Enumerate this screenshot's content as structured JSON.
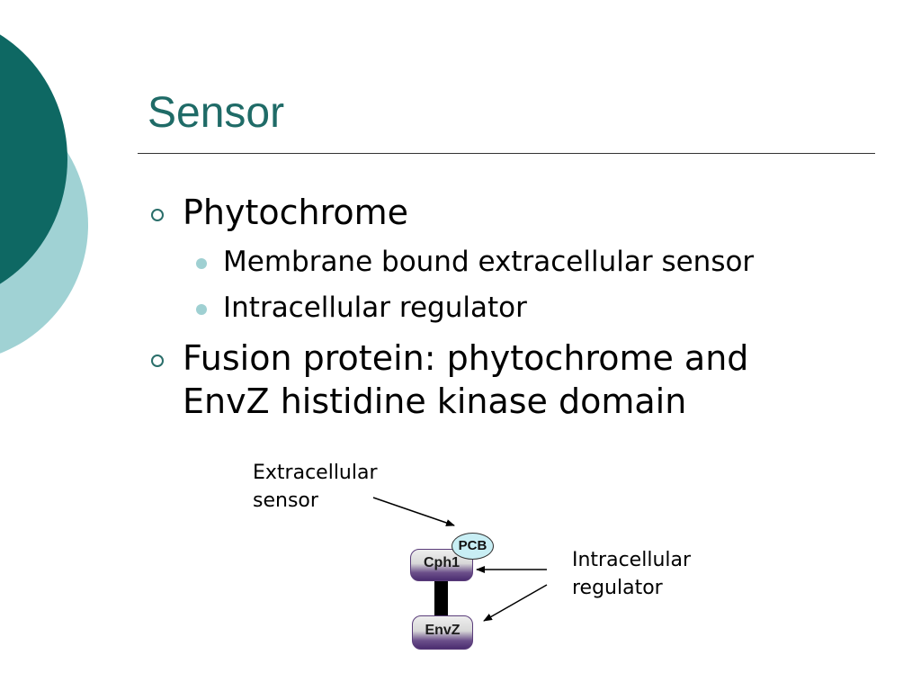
{
  "slide": {
    "title": "Sensor"
  },
  "bullets": [
    {
      "text": "Phytochrome",
      "sub": [
        "Membrane bound extracellular sensor",
        "Intracellular regulator"
      ]
    },
    {
      "line1": "Fusion protein: phytochrome and",
      "line2": "EnvZ histidine kinase domain"
    }
  ],
  "diagram": {
    "extracellular_line1": "Extracellular",
    "extracellular_line2": "sensor",
    "intracellular_line1": "Intracellular",
    "intracellular_line2": "regulator",
    "pcb": "PCB",
    "cph1": "Cph1",
    "envz": "EnvZ"
  },
  "colors": {
    "title": "#1f6b67",
    "circle_dark": "#0e6863",
    "circle_light": "#a0d2d4",
    "bullet_dot": "#9fd0d2",
    "box_purple": "#4b2d70",
    "pcb_fill": "#c8eef4"
  }
}
